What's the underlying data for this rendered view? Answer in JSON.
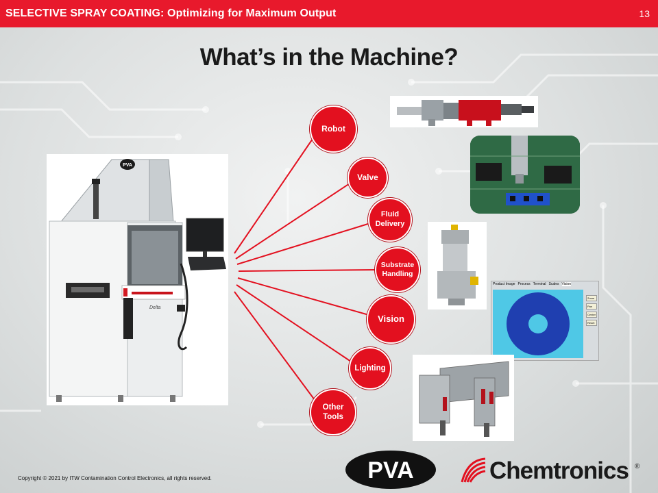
{
  "header": {
    "title": "SELECTIVE SPRAY COATING: Optimizing for Maximum Output",
    "page_number": "13"
  },
  "headline": "What’s in the Machine?",
  "nodes": {
    "robot": "Robot",
    "valve": "Valve",
    "fluid_1": "Fluid",
    "fluid_2": "Delivery",
    "substrate_1": "Substrate",
    "substrate_2": "Handling",
    "vision": "Vision",
    "lighting": "Lighting",
    "other_1": "Other",
    "other_2": "Tools"
  },
  "machine": {
    "brand_badge": "PVA",
    "model_label": "Delta"
  },
  "vision_screen": {
    "tabs": [
      "Product Image",
      "Process",
      "Terminal",
      "Scales",
      "Vision"
    ],
    "buttons": [
      "Zoom",
      "Pan",
      "Center",
      "Reset"
    ]
  },
  "footer": {
    "copyright": "Copyright © 2021 by ITW Contamination Control Electronics, all rights reserved.",
    "pva_logo": "PVA",
    "chemtronics_logo": "Chemtronics",
    "registered": "®"
  },
  "colors": {
    "brand_red": "#e8192c",
    "node_red": "#e3101f",
    "text_dark": "#1a1a1a"
  }
}
